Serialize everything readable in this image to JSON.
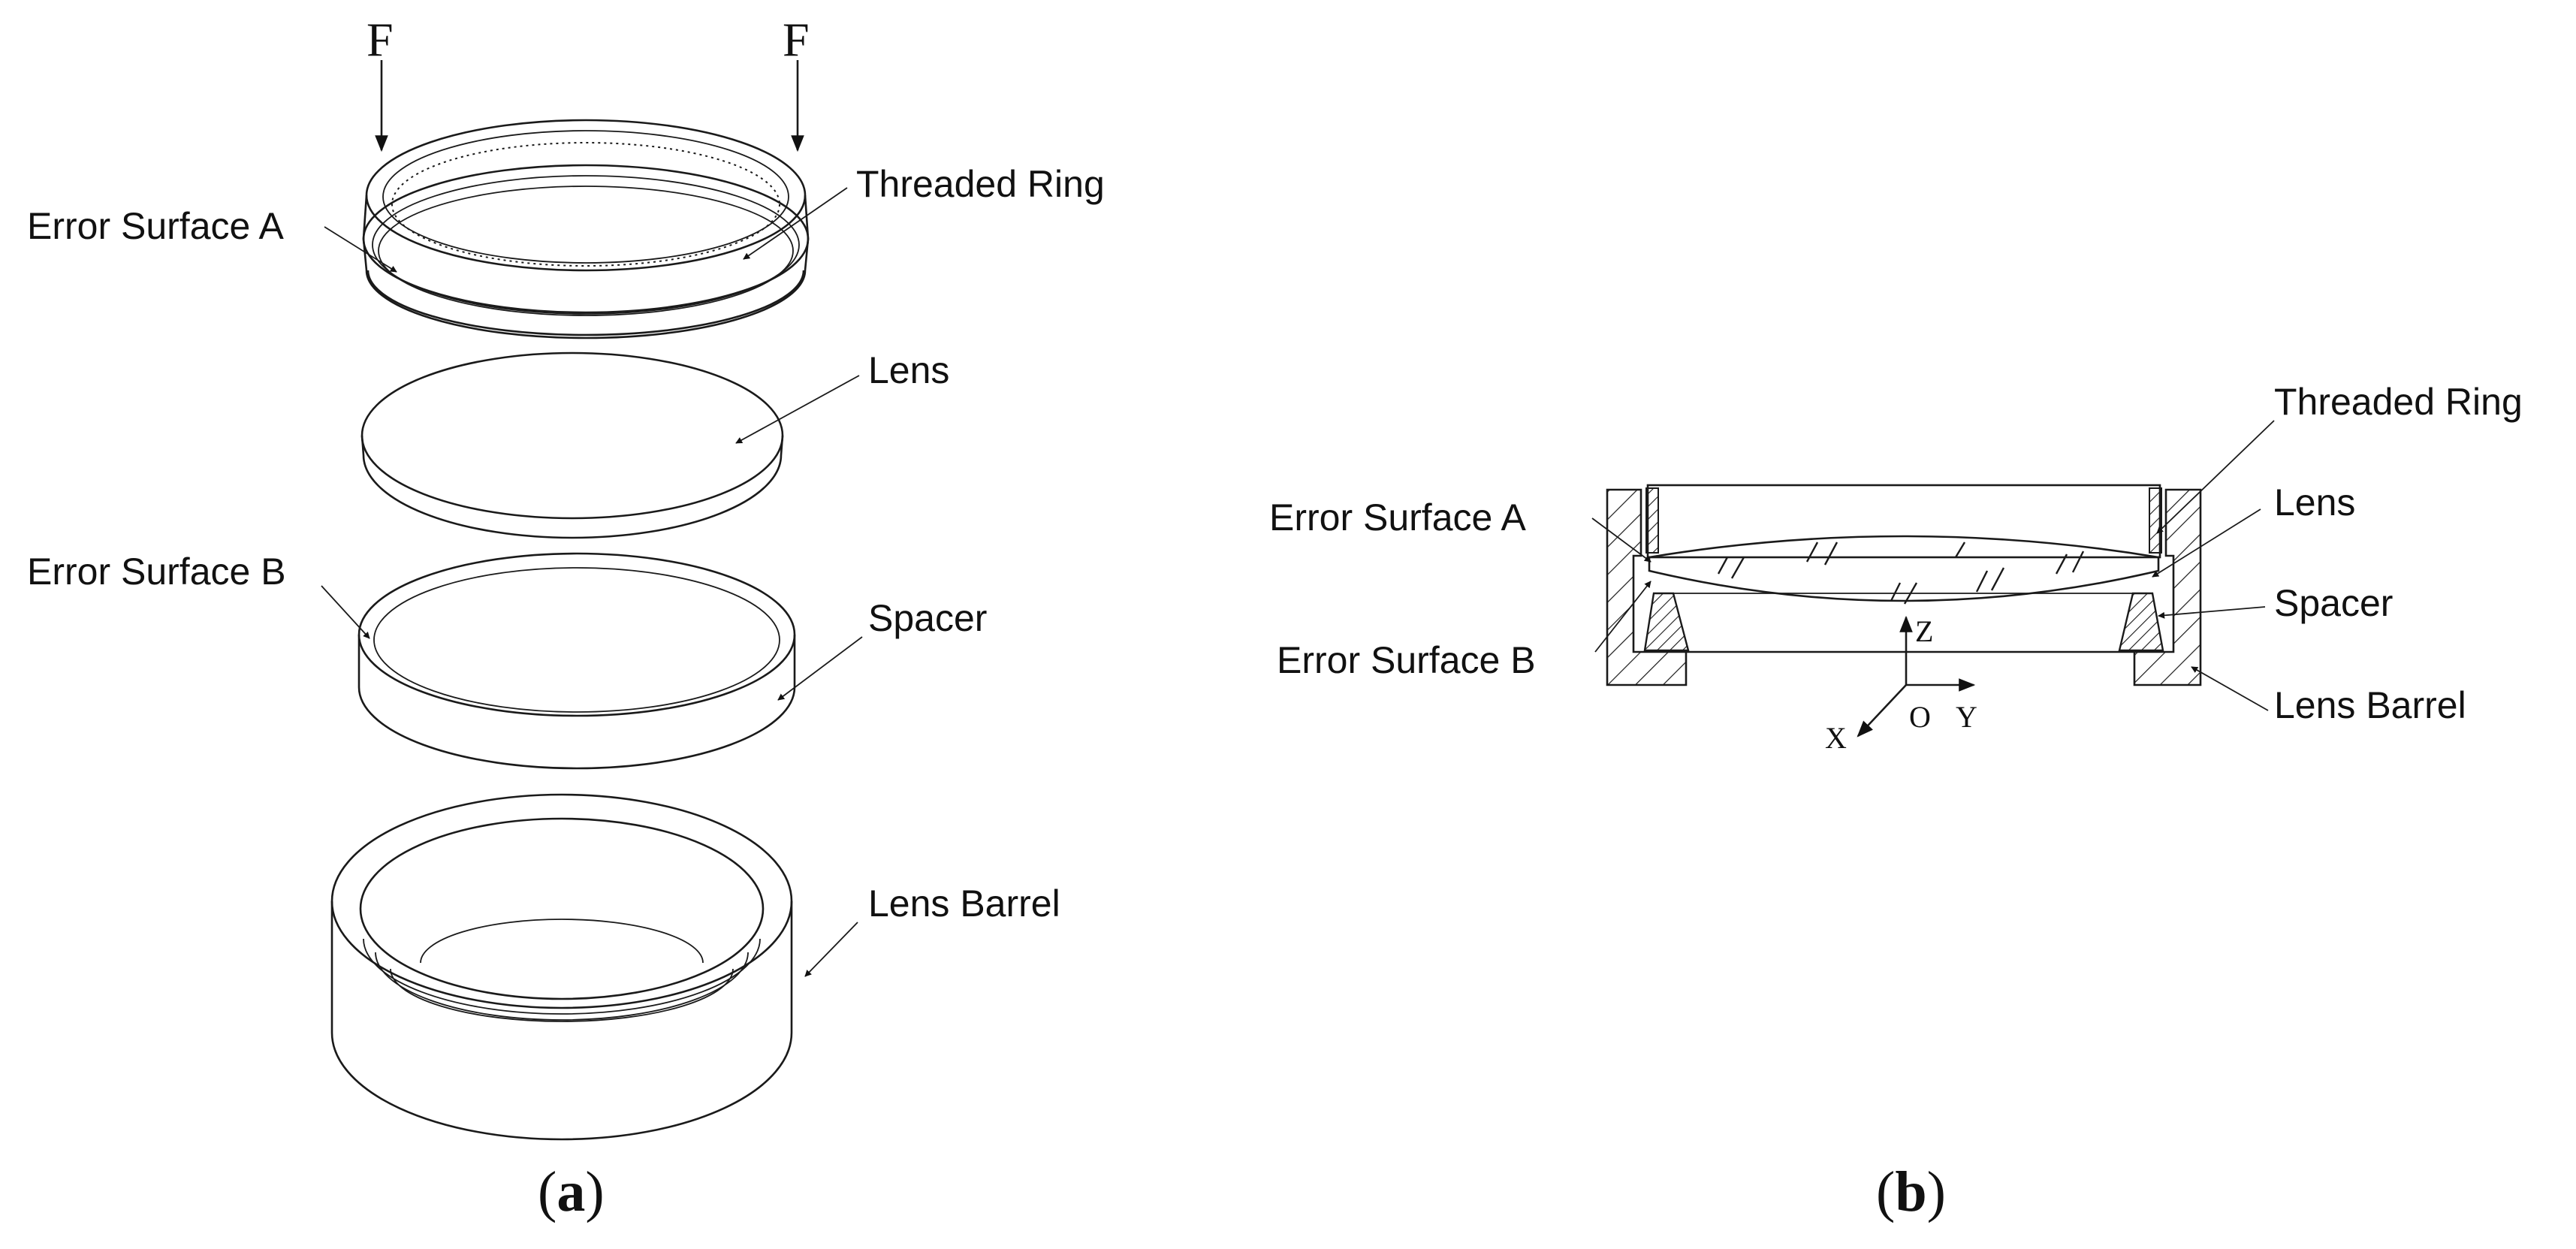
{
  "panel_a": {
    "force_left": "F",
    "force_right": "F",
    "labels": {
      "error_surface_a": "Error Surface A",
      "threaded_ring": "Threaded Ring",
      "lens": "Lens",
      "error_surface_b": "Error Surface B",
      "spacer": "Spacer",
      "lens_barrel": "Lens Barrel"
    },
    "caption_open": "(",
    "caption_letter": "a",
    "caption_close": ")"
  },
  "panel_b": {
    "labels": {
      "threaded_ring": "Threaded Ring",
      "error_surface_a": "Error Surface A",
      "lens": "Lens",
      "spacer": "Spacer",
      "error_surface_b": "Error Surface B",
      "lens_barrel": "Lens Barrel"
    },
    "axes": {
      "z": "Z",
      "x": "X",
      "o": "O",
      "y": "Y"
    },
    "caption_open": "(",
    "caption_letter": "b",
    "caption_close": ")"
  },
  "colors": {
    "line": "#1a1a1a",
    "background": "#ffffff"
  }
}
